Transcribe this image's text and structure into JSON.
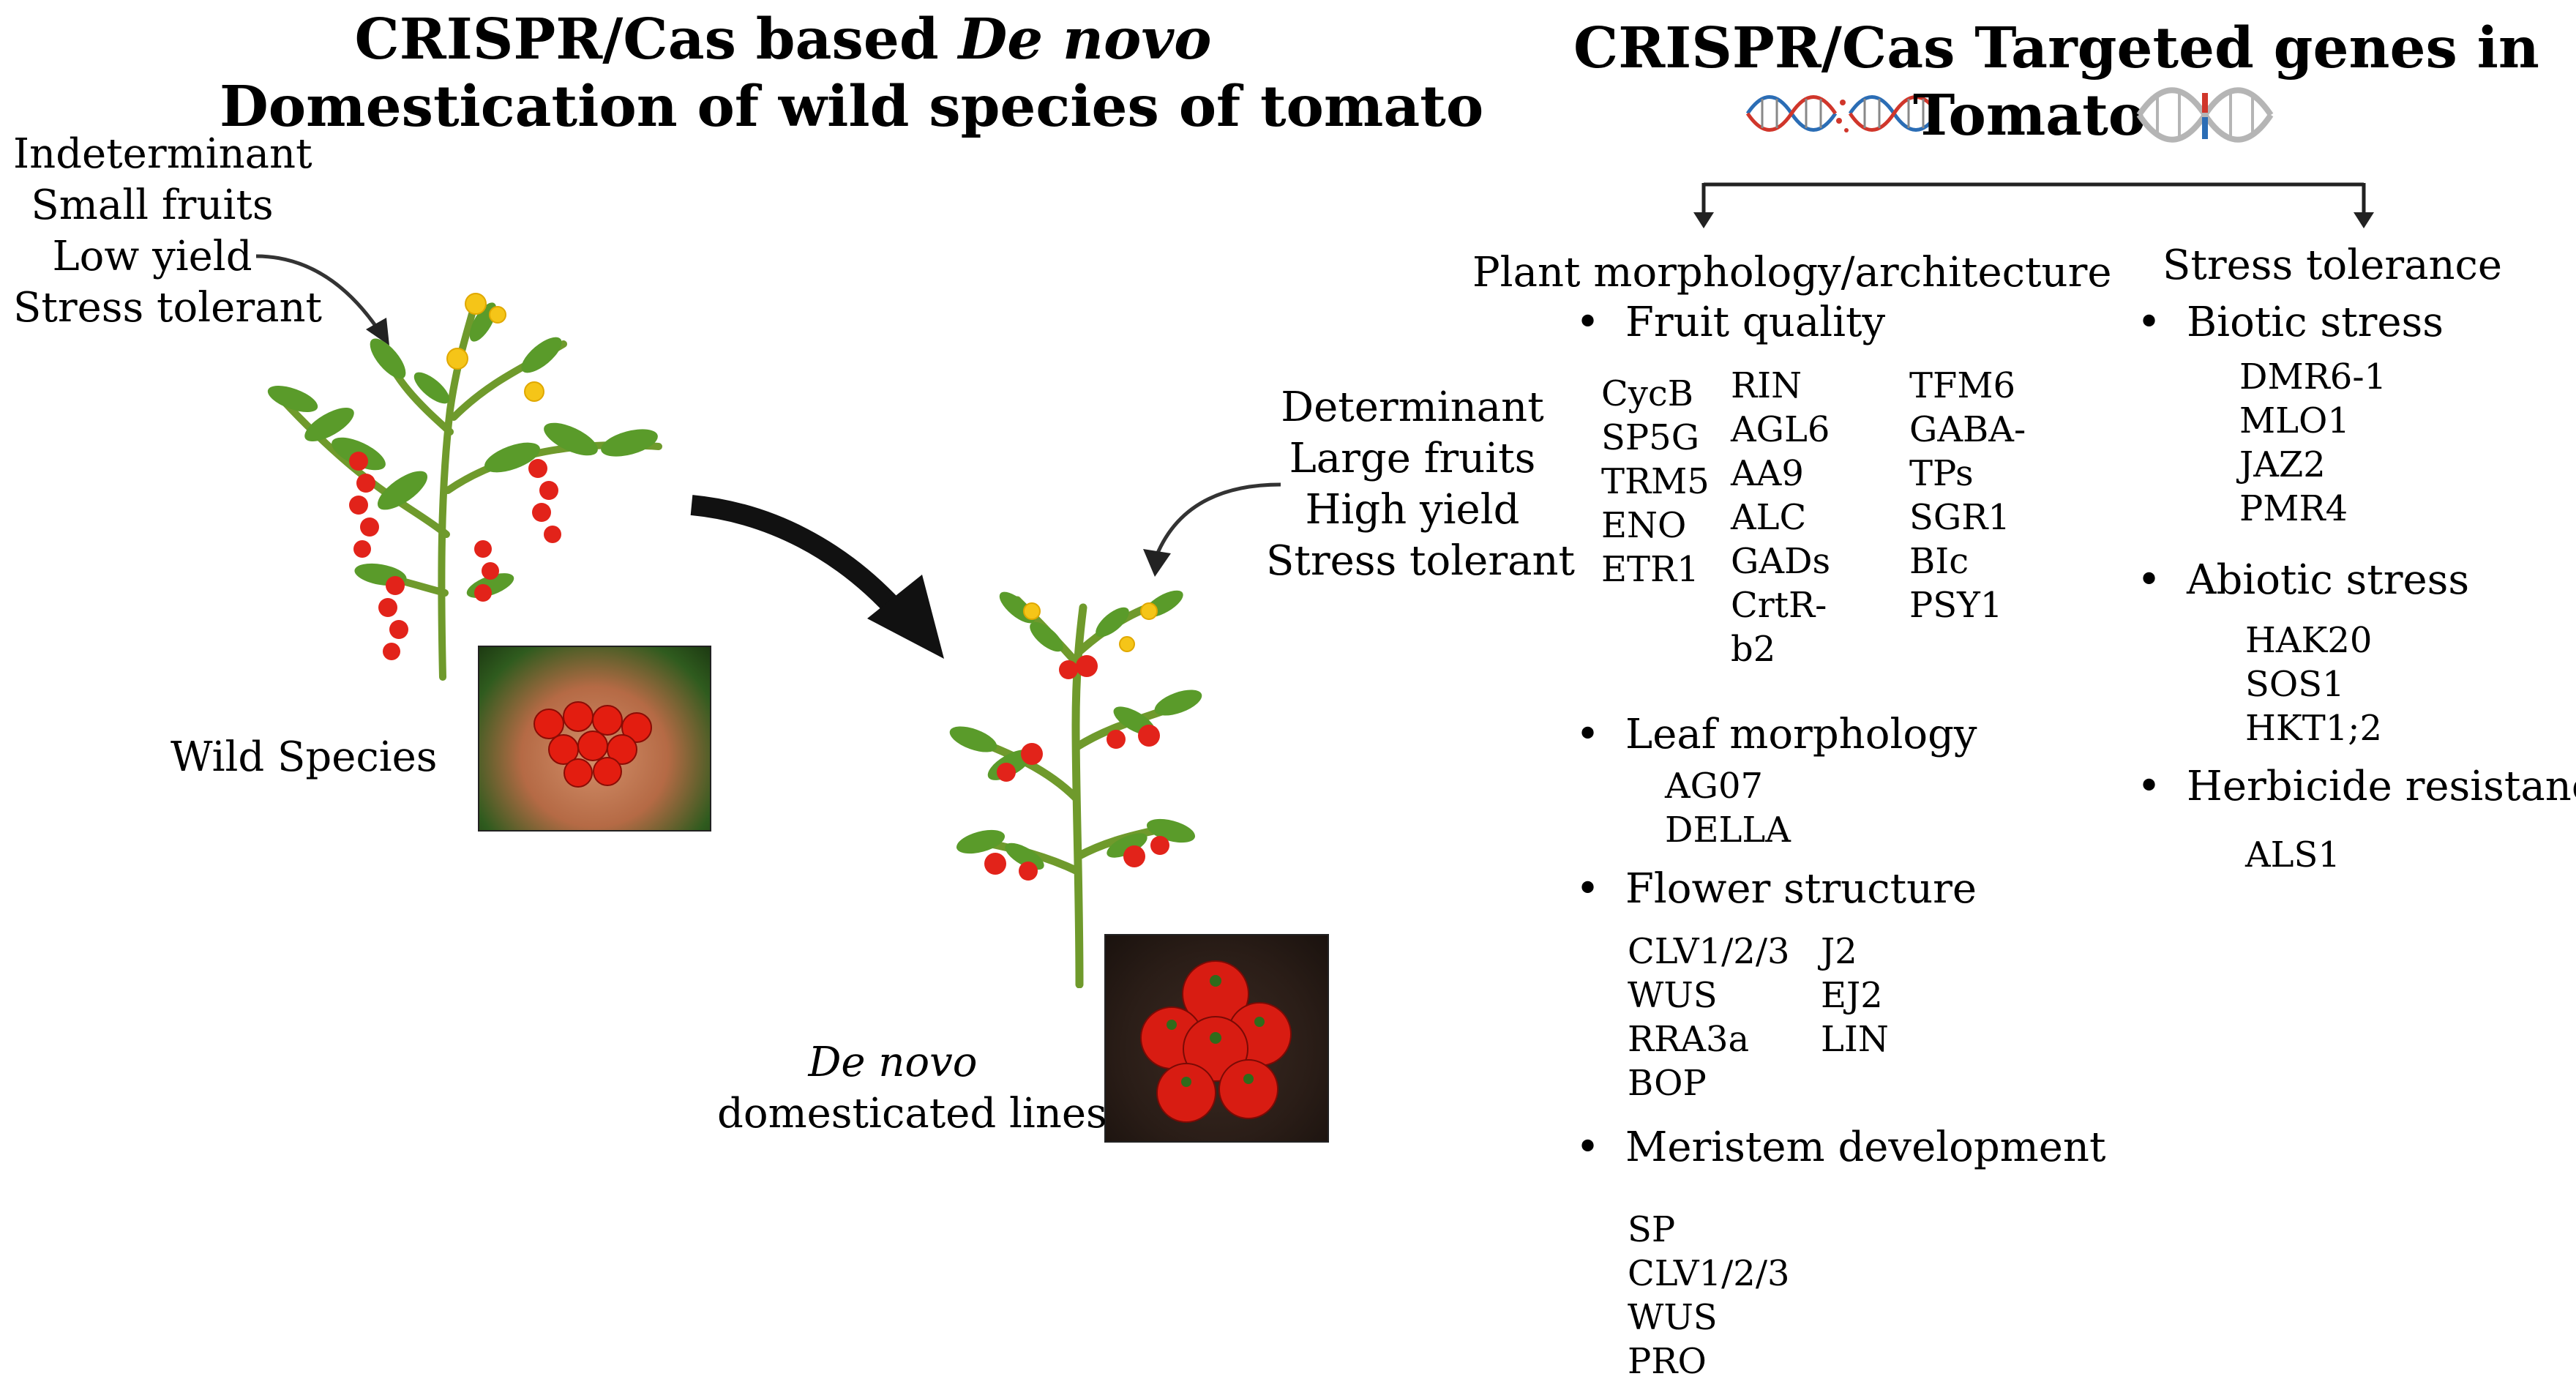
{
  "left_title": {
    "line1_prefix": "CRISPR/Cas based ",
    "line1_italic": "De novo",
    "line2": "Domestication of wild species of tomato"
  },
  "wild_traits": [
    "Indeterminant",
    "Small fruits",
    "Low yield",
    "Stress tolerant"
  ],
  "wild_label": "Wild Species",
  "domesticated_traits": [
    "Determinant",
    "Large fruits",
    "High yield",
    "Stress tolerant"
  ],
  "domesticated_label": {
    "italic": "De novo",
    "rest": "domesticated lines"
  },
  "right_title": {
    "line1": "CRISPR/Cas Targeted genes in",
    "line2": "Tomato"
  },
  "morphology": {
    "heading": "Plant morphology/architecture",
    "fruit_quality": {
      "label": "Fruit quality",
      "col1": [
        "CycB",
        "SP5G",
        "TRM5",
        "ENO",
        "ETR1"
      ],
      "col2": [
        "RIN",
        "AGL6",
        "AA9",
        "ALC",
        "GADs",
        "CrtR-",
        "b2"
      ],
      "col3": [
        "TFM6",
        "GABA-",
        "TPs",
        "SGR1",
        "BIc",
        "PSY1"
      ]
    },
    "leaf": {
      "label": "Leaf morphology",
      "genes": [
        "AG07",
        "DELLA"
      ]
    },
    "flower": {
      "label": "Flower structure",
      "col1": [
        "CLV1/2/3",
        "WUS",
        "RRA3a",
        "BOP"
      ],
      "col2": [
        "J2",
        "EJ2",
        "LIN"
      ]
    },
    "meristem": {
      "label": "Meristem development",
      "genes": [
        "SP",
        "CLV1/2/3",
        "WUS",
        "PRO"
      ]
    }
  },
  "stress": {
    "heading": "Stress tolerance",
    "biotic": {
      "label": "Biotic stress",
      "genes": [
        "DMR6-1",
        "MLO1",
        "JAZ2",
        "PMR4"
      ]
    },
    "abiotic": {
      "label": "Abiotic stress",
      "genes": [
        "HAK20",
        "SOS1",
        "HKT1;2"
      ]
    },
    "herbicide": {
      "label": "Herbicide resistance",
      "genes": [
        "ALS1"
      ]
    }
  },
  "colors": {
    "stem": "#6f9a2c",
    "leaf": "#5a9b2a",
    "leaf_dark": "#3f7a1d",
    "fruit": "#e2231a",
    "flower": "#f5c518"
  },
  "icons": [
    "dna-helix-icon",
    "dna-helix-icon-gray",
    "curved-arrow-icon",
    "big-arrow-icon"
  ]
}
